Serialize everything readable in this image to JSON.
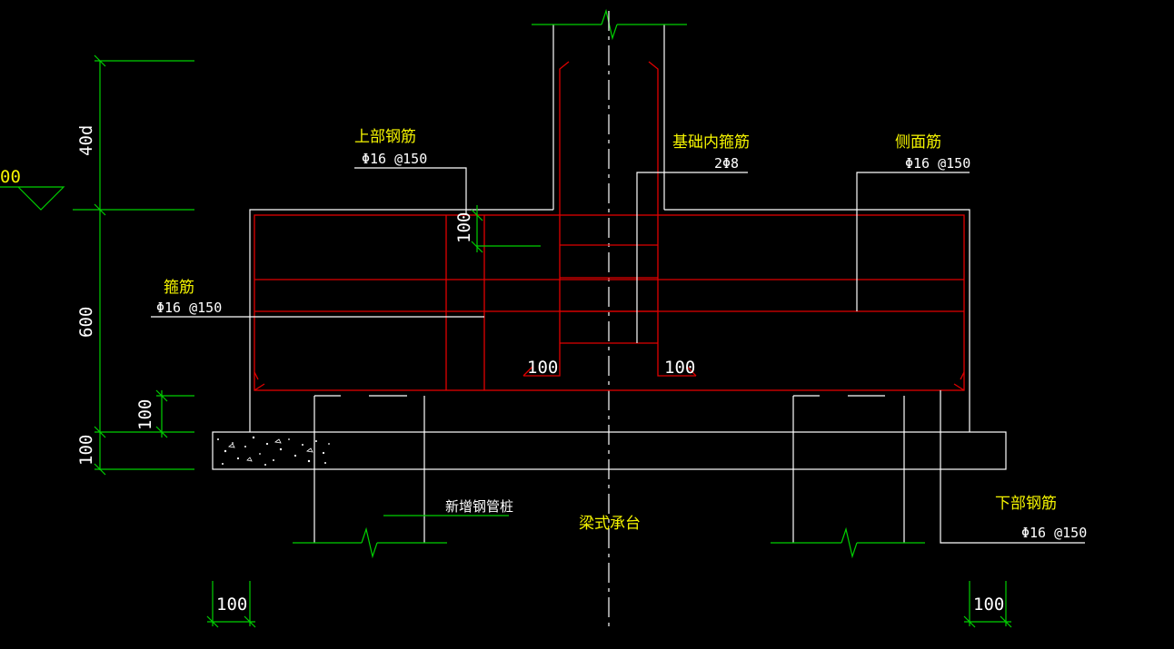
{
  "labels": {
    "top_rebar": "上部钢筋",
    "top_rebar_spec": "Φ16 @150",
    "inner_stirrup": "基础内箍筋",
    "inner_stirrup_spec": "2Φ8",
    "side_rebar": "侧面筋",
    "side_rebar_spec": "Φ16 @150",
    "stirrup": "箍筋",
    "stirrup_spec": "Φ16 @150",
    "bottom_rebar": "下部钢筋",
    "bottom_rebar_spec": "Φ16 @150",
    "new_pile": "新增钢管桩",
    "cap_name": "梁式承台"
  },
  "dimensions": {
    "anchorage": "40d",
    "cap_height": "600",
    "cover_gap": "100",
    "cushion": "100",
    "hook_left": "100",
    "hook_right": "100",
    "top_offset": "100",
    "pile_left_width": "100",
    "pile_right_width": "100",
    "level_mark": "00"
  },
  "colors": {
    "background": "#000000",
    "outline": "#ffffff",
    "rebar": "#e00000",
    "dimension": "#00d000",
    "label": "#f5f500"
  }
}
